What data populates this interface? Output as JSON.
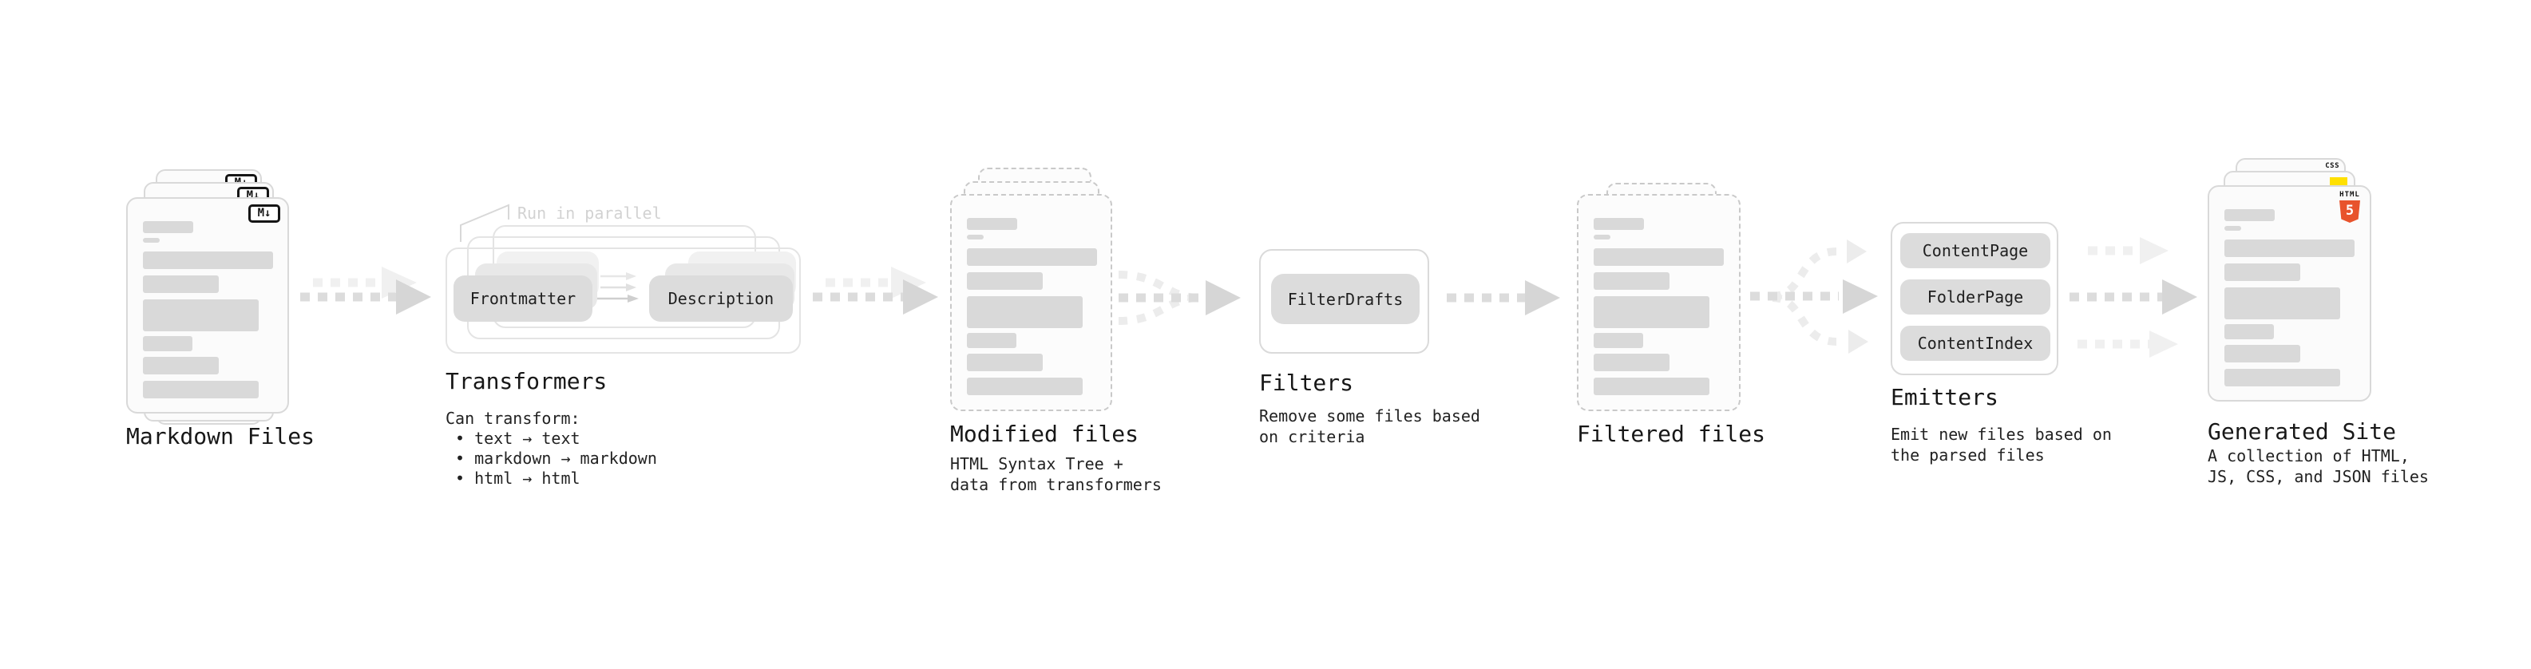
{
  "colors": {
    "background": "#ffffff",
    "card_fill": "#fbfbfb",
    "card_border": "#d9d9d9",
    "bar_gray": "#d9d9d9",
    "chip_gray": "#dcdcdc",
    "arrow_dark": "#d6d6d6",
    "arrow_light": "#f0f0f0",
    "note_gray": "#d2d2d2",
    "html5_orange": "#e8532c",
    "js_yellow": "#ffe000",
    "css_blue": "#2d6ae3"
  },
  "nodes": {
    "markdown_files": {
      "label": "Markdown Files",
      "badge": "M↓"
    },
    "transformers": {
      "label": "Transformers",
      "note": "Run in parallel",
      "steps": [
        "Frontmatter",
        "Description"
      ],
      "desc_title": "Can transform:",
      "bullets": [
        "• text → text",
        "• markdown → markdown",
        "• html → html"
      ]
    },
    "modified_files": {
      "label": "Modified files",
      "desc": "HTML Syntax Tree +\ndata from transformers"
    },
    "filters": {
      "label": "Filters",
      "box": "FilterDrafts",
      "desc": "Remove some files based\non criteria"
    },
    "filtered_files": {
      "label": "Filtered files"
    },
    "emitters": {
      "label": "Emitters",
      "boxes": [
        "ContentPage",
        "FolderPage",
        "ContentIndex"
      ],
      "desc": "Emit new files based on\nthe parsed files"
    },
    "generated_site": {
      "label": "Generated Site",
      "desc": "A collection of HTML,\nJS, CSS, and JSON files",
      "badges": {
        "html_label": "HTML",
        "html_number": "5",
        "css_label": "CSS"
      }
    }
  }
}
